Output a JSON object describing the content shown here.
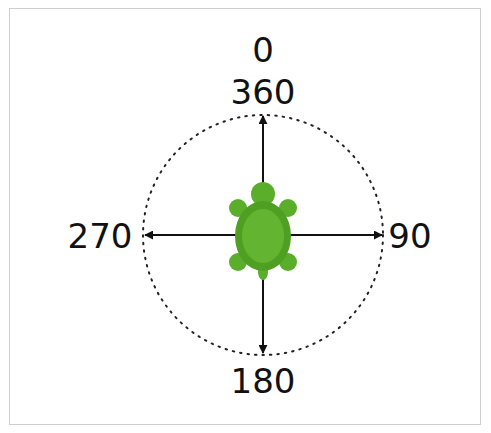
{
  "diagram": {
    "labels": [
      "0",
      "360",
      "90",
      "180",
      "270"
    ]
  }
}
